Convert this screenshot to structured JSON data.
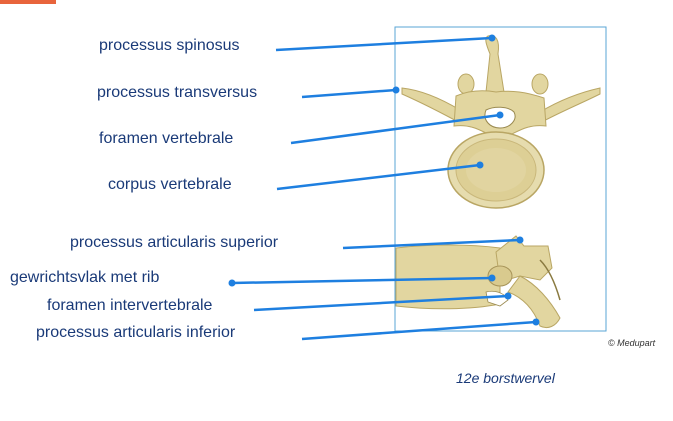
{
  "labels": {
    "processus_spinosus": "processus spinosus",
    "processus_transversus": "processus transversus",
    "foramen_vertebrale": "foramen vertebrale",
    "corpus_vertebrale": "corpus vertebrale",
    "processus_articularis_superior": "processus articularis superior",
    "gewrichtsvlak_met_rib": "gewrichtsvlak met rib",
    "foramen_intervertebrale": "foramen intervertebrale",
    "processus_articularis_inferior": "processus articularis inferior"
  },
  "caption": "12e borstwervel",
  "copyright": "© Medupart",
  "colors": {
    "label_text": "#1a3a78",
    "leader_line": "#1e7fe0",
    "accent": "#e8643c",
    "bone": "#e2d6a0",
    "bone_shadow": "#b9a664",
    "frame": "#5aa6d6"
  }
}
